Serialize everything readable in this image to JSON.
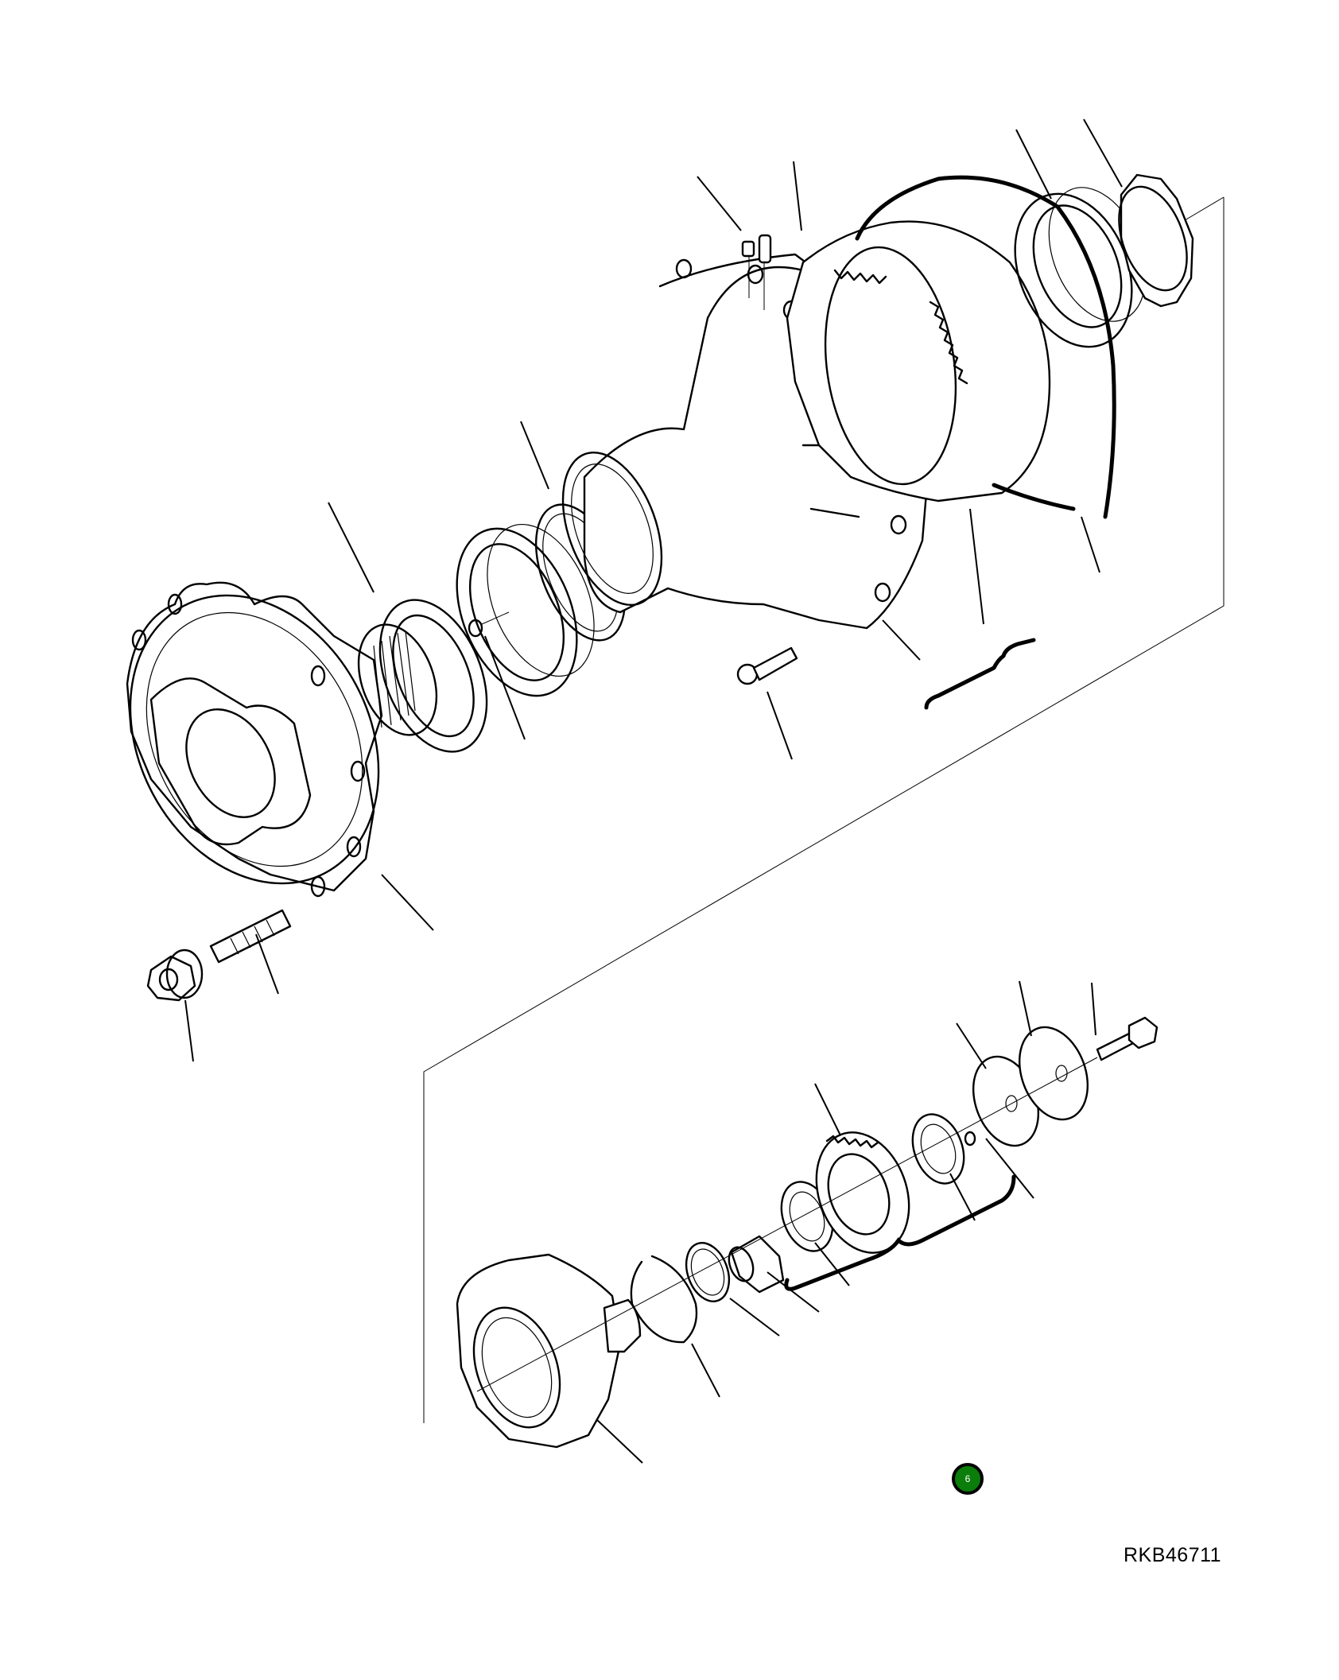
{
  "diagram": {
    "type": "exploded-parts-view",
    "subject": "planetary hub / final drive assembly",
    "callout_badge": {
      "label": "6",
      "color": "#0a7d0a",
      "border_color": "#000000"
    },
    "reference_code": "RKB46711",
    "groups": [
      {
        "name": "hub-assembly",
        "parts": [
          "wheel-hub-flange",
          "hub-oil-seal",
          "inner-tapered-roller-bearing",
          "dowel-pin",
          "bearing-cup",
          "hub-housing",
          "drain-plug",
          "breather-fitting",
          "ring-gear",
          "o-ring",
          "outer-tapered-roller-bearing",
          "lock-nut",
          "housing-bolt",
          "wheel-stud",
          "wheel-nut"
        ]
      },
      {
        "name": "planet-carrier-assembly",
        "parts": [
          "planet-carrier",
          "snap-ring",
          "thrust-ring",
          "bushing",
          "needle-roller-bearing-1",
          "planet-gear",
          "needle-roller-bearing-2",
          "thrust-washer-1",
          "thrust-washer-2",
          "spring-pin",
          "cap-screw"
        ]
      }
    ]
  }
}
